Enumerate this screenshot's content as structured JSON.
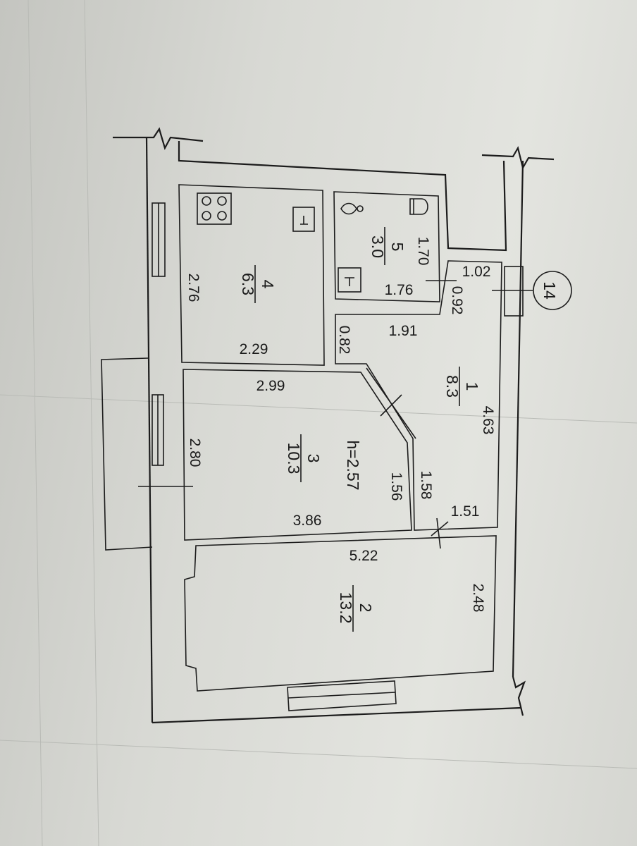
{
  "plan": {
    "apartment_number": "14",
    "ceiling_height": "h=2.57",
    "rooms": [
      {
        "id": "room-1",
        "number": "1",
        "area": "8.3"
      },
      {
        "id": "room-2",
        "number": "2",
        "area": "13.2"
      },
      {
        "id": "room-3",
        "number": "3",
        "area": "10.3"
      },
      {
        "id": "room-4",
        "number": "4",
        "area": "6.3"
      },
      {
        "id": "room-5",
        "number": "5",
        "area": "3.0"
      }
    ],
    "dimensions": {
      "d_2_76": "2.76",
      "d_2_29": "2.29",
      "d_1_70": "1.70",
      "d_1_76": "1.76",
      "d_1_02": "1.02",
      "d_0_92": "0.92",
      "d_1_91": "1.91",
      "d_0_82": "0.82",
      "d_2_99": "2.99",
      "d_4_63": "4.63",
      "d_2_80": "2.80",
      "d_1_56": "1.56",
      "d_1_58": "1.58",
      "d_3_86": "3.86",
      "d_1_51": "1.51",
      "d_5_22": "5.22",
      "d_2_48": "2.48"
    }
  }
}
